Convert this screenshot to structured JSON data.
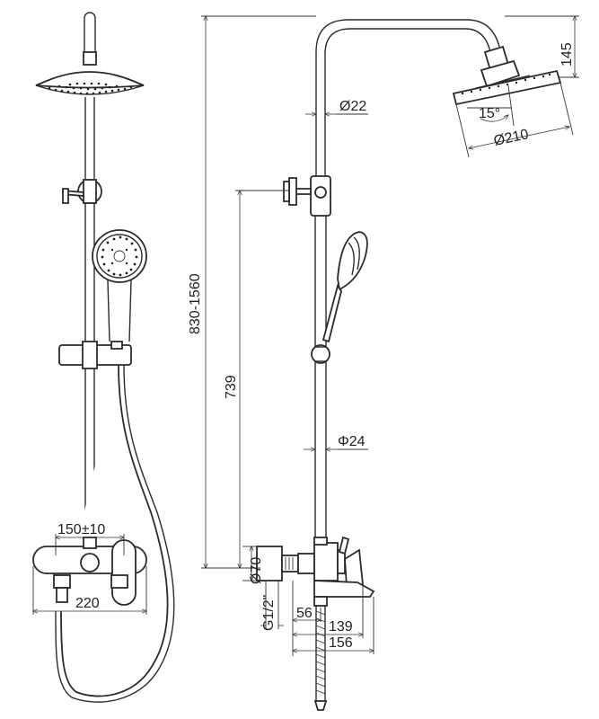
{
  "labels": {
    "spout_spacing": "150±10",
    "mixer_width": "220",
    "total_height": "830-1560",
    "head_drop": "145",
    "pipe_top_dia": "Ø22",
    "angle": "15°",
    "head_dia": "Ø210",
    "wall_height": "739",
    "pipe_lower_dia": "Φ24",
    "body_dia": "Ø70",
    "thread": "G1/2\"",
    "dim_56": "56",
    "dim_139": "139",
    "dim_156": "156"
  },
  "colors": {
    "line": "#2b2b2b",
    "background": "#ffffff"
  }
}
